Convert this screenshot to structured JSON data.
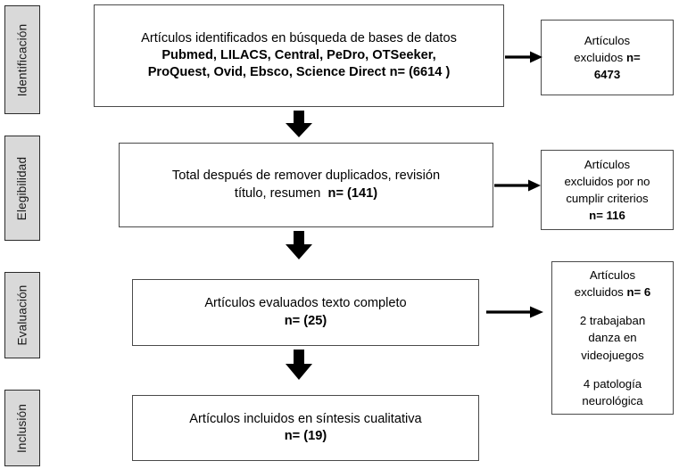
{
  "diagram": {
    "title": "PRISMA flow diagram",
    "language": "es",
    "colors": {
      "stage_fill": "#d9d9d9",
      "stage_border": "#2b2b2b",
      "box_border": "#4a4a4a",
      "arrow": "#000000",
      "text": "#000000",
      "background": "#ffffff"
    }
  },
  "stages": [
    {
      "id": "identificacion",
      "label": "Identificación"
    },
    {
      "id": "elegibilidad",
      "label": "Elegibilidad"
    },
    {
      "id": "evaluacion",
      "label": "Evaluación"
    },
    {
      "id": "inclusion",
      "label": "Inclusión"
    }
  ],
  "main_boxes": [
    {
      "id": "identificados",
      "lines": [
        {
          "text": "Artículos identificados en búsqueda de bases de datos",
          "bold": false
        },
        {
          "text": "Pubmed, LILACS, Central, PeDro, OTSeeker,",
          "bold": true
        },
        {
          "text": "ProQuest, Ovid, Ebsco, Science Direct n= (6614 )",
          "bold": true
        }
      ],
      "n": 6614
    },
    {
      "id": "duplicados",
      "lines": [
        {
          "text": "Total después de remover duplicados, revisión",
          "bold": false
        },
        {
          "text": "título, resumen  n= (141)",
          "bold": false,
          "bold_tail": "n= (141)"
        }
      ],
      "n": 141
    },
    {
      "id": "texto-completo",
      "lines": [
        {
          "text": "Artículos evaluados texto completo",
          "bold": false
        },
        {
          "text": "n=  (25)",
          "bold": true
        }
      ],
      "n": 25
    },
    {
      "id": "sintesis-cualitativa",
      "lines": [
        {
          "text": "Artículos incluidos en síntesis cualitativa",
          "bold": false
        },
        {
          "text": "n=  (19)",
          "bold": true
        }
      ],
      "n": 19
    }
  ],
  "side_boxes": [
    {
      "id": "excluidos-6473",
      "lines": [
        {
          "text": "Artículos",
          "bold": false
        },
        {
          "text": "excluidos ",
          "bold": false,
          "tail_bold": "n="
        },
        {
          "text": "6473",
          "bold": true
        }
      ],
      "n": 6473
    },
    {
      "id": "excluidos-criterios-116",
      "lines": [
        {
          "text": "Artículos",
          "bold": false
        },
        {
          "text": "excluidos por no",
          "bold": false
        },
        {
          "text": "cumplir criterios",
          "bold": false
        },
        {
          "text": "n= 116",
          "bold": true
        }
      ],
      "n": 116
    },
    {
      "id": "excluidos-6-detalle",
      "lines": [
        {
          "text": "Artículos",
          "bold": false
        },
        {
          "text": "excluidos ",
          "bold": false,
          "tail_bold": "n= 6"
        },
        {
          "text": "",
          "spacer": true
        },
        {
          "text": "2 trabajaban",
          "bold": false
        },
        {
          "text": "danza  en",
          "bold": false
        },
        {
          "text": "videojuegos",
          "bold": false
        },
        {
          "text": "",
          "spacer": true
        },
        {
          "text": "4 patología",
          "bold": false
        },
        {
          "text": "neurológica",
          "bold": false
        }
      ],
      "n": 6,
      "reasons": [
        {
          "count": 2,
          "reason": "trabajaban danza en videojuegos"
        },
        {
          "count": 4,
          "reason": "patología neurológica"
        }
      ]
    }
  ],
  "arrows": {
    "down": [
      {
        "id": "arrow-down-1",
        "from": "identificados",
        "to": "duplicados"
      },
      {
        "id": "arrow-down-2",
        "from": "duplicados",
        "to": "texto-completo"
      },
      {
        "id": "arrow-down-3",
        "from": "texto-completo",
        "to": "sintesis-cualitativa"
      }
    ],
    "right": [
      {
        "id": "arrow-right-1",
        "from": "identificados",
        "to": "excluidos-6473"
      },
      {
        "id": "arrow-right-2",
        "from": "duplicados",
        "to": "excluidos-criterios-116"
      },
      {
        "id": "arrow-right-3",
        "from": "texto-completo",
        "to": "excluidos-6-detalle"
      }
    ]
  }
}
